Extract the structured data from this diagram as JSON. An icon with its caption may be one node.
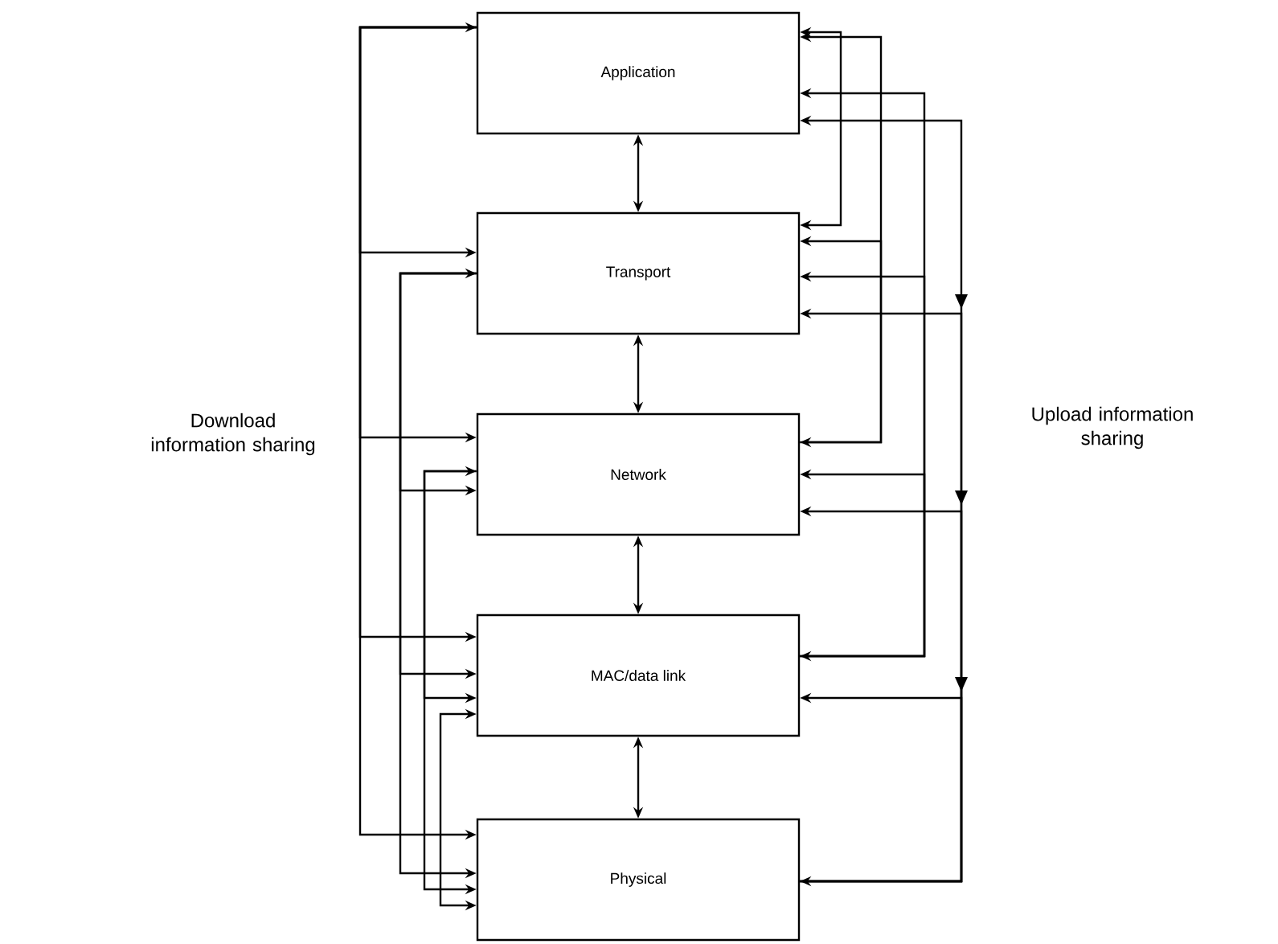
{
  "diagram": {
    "nodes": [
      {
        "text": [
          "Application"
        ]
      },
      {
        "text": [
          "Transport"
        ]
      },
      {
        "text": [
          "Network"
        ]
      },
      {
        "text": [
          "MAC/data link"
        ]
      },
      {
        "text": [
          "Physical"
        ]
      }
    ],
    "edges": [
      {
        "from": 0,
        "to": 1,
        "arrow": "both"
      },
      {
        "from": 1,
        "to": 2,
        "arrow": "both"
      },
      {
        "from": 2,
        "to": 3,
        "arrow": "both"
      },
      {
        "from": 3,
        "to": 4,
        "arrow": "both"
      },
      {
        "from": 0,
        "to": 1,
        "arrow": "both"
      },
      {
        "from": 0,
        "to": 2,
        "arrow": "to"
      },
      {
        "from": 0,
        "to": 3,
        "arrow": "to"
      },
      {
        "from": 0,
        "to": 4,
        "arrow": "to"
      },
      {
        "from": 1,
        "to": 2,
        "arrow": "both"
      },
      {
        "from": 1,
        "to": 3,
        "arrow": "to"
      },
      {
        "from": 1,
        "to": 4,
        "arrow": "to"
      },
      {
        "from": 2,
        "to": 3,
        "arrow": "both"
      },
      {
        "from": 2,
        "to": 4,
        "arrow": "to"
      },
      {
        "from": 3,
        "to": 4,
        "arrow": "both"
      },
      {
        "from": 1,
        "to": 0,
        "arrow": "both"
      },
      {
        "from": 2,
        "to": 1,
        "arrow": "both"
      },
      {
        "from": 2,
        "to": 0,
        "arrow": "to"
      },
      {
        "from": 3,
        "to": 2,
        "arrow": "both"
      },
      {
        "from": 3,
        "to": 1,
        "arrow": "to"
      },
      {
        "from": 3,
        "to": 0,
        "arrow": "to"
      },
      {
        "from": 4,
        "to": 3,
        "arrow": "both"
      },
      {
        "from": 4,
        "to": 2,
        "arrow": "to"
      },
      {
        "from": 4,
        "to": 1,
        "arrow": "to"
      },
      {
        "from": 4,
        "to": 0,
        "arrow": "to"
      }
    ],
    "labels": [
      "Download information sharing",
      "Upload information sharing"
    ]
  }
}
